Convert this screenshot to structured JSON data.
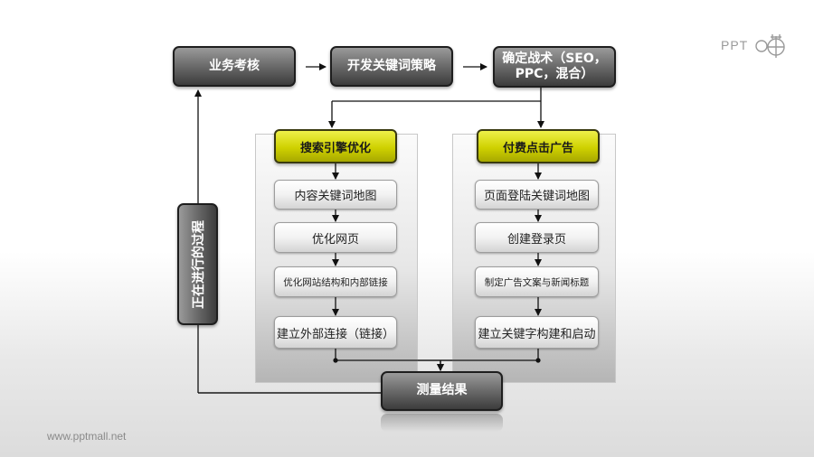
{
  "top_row": {
    "box1": "业务考核",
    "box2": "开发关键词策略",
    "box3_line1": "确定战术（SEO，",
    "box3_line2": "PPC，混合）"
  },
  "left_column": {
    "header": "搜索引擎优化",
    "steps": [
      "内容关键词地图",
      "优化网页",
      "优化网站结构和内部链接",
      "建立外部连接（链接）"
    ]
  },
  "right_column": {
    "header": "付费点击广告",
    "steps": [
      "页面登陆关键词地图",
      "创建登录页",
      "制定广告文案与新闻标题",
      "建立关键字构建和启动"
    ]
  },
  "side_box": "正在进行的过程",
  "bottom_box": "测量结果",
  "footer": "www.pptmall.net",
  "logo": {
    "text": "PPT"
  }
}
